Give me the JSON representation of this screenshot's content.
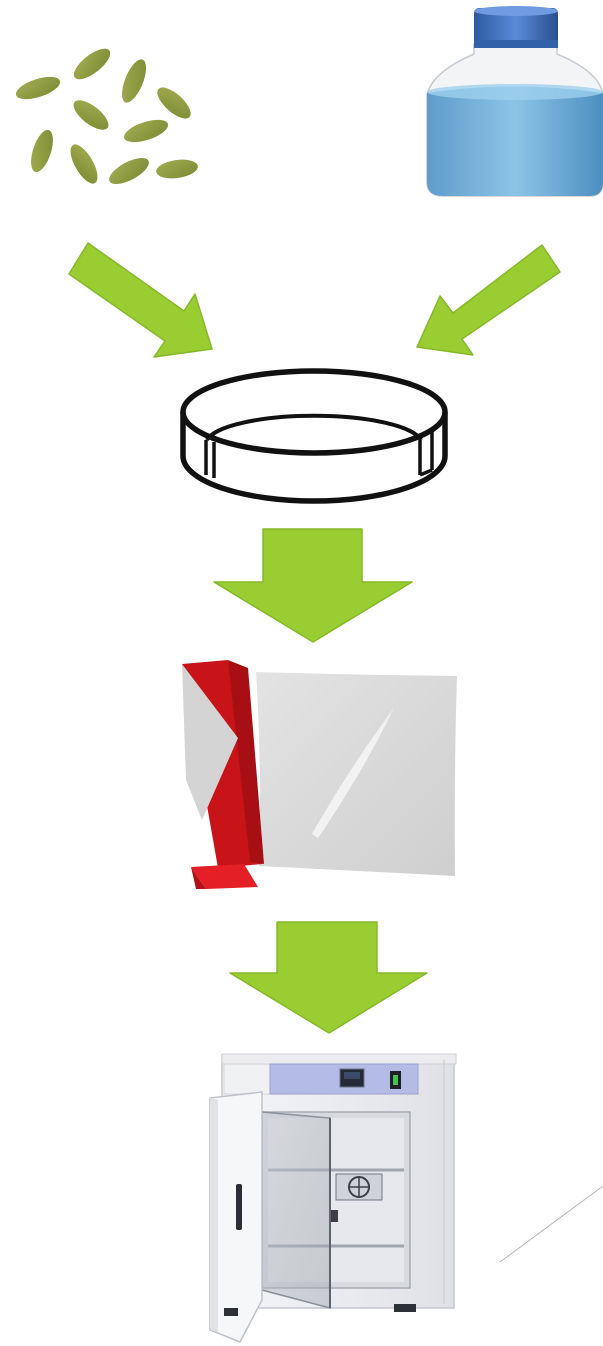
{
  "diagram": {
    "type": "process-flow",
    "direction": "top-to-bottom",
    "steps": [
      {
        "id": "seeds",
        "icon": "seeds-icon"
      },
      {
        "id": "water",
        "icon": "water-bottle-icon"
      },
      {
        "id": "petri",
        "icon": "petri-dish-icon"
      },
      {
        "id": "seal",
        "icon": "sealed-bag-icon"
      },
      {
        "id": "incubate",
        "icon": "incubator-icon"
      }
    ],
    "connections": [
      {
        "from": "seeds",
        "to": "petri"
      },
      {
        "from": "water",
        "to": "petri"
      },
      {
        "from": "petri",
        "to": "seal"
      },
      {
        "from": "seal",
        "to": "incubate"
      }
    ]
  },
  "colors": {
    "arrow": "#9acd32",
    "arrow_edge": "#8cbf2b",
    "seed": "#8c9a3f",
    "bottle_cap": "#3c6fb8",
    "bottle_liquid": "#73b3dc",
    "bag_clip": "#d71920",
    "bag": "#d9d9d9",
    "incubator_panel": "#b4bbe4"
  }
}
